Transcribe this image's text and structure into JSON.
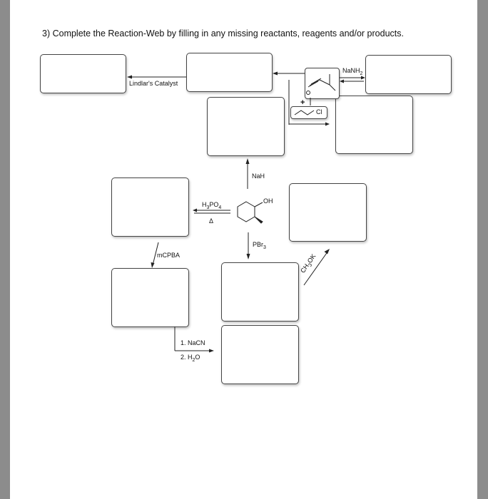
{
  "question": {
    "title": "3) Complete the Reaction-Web by filling in any missing reactants, reagents and/or products."
  },
  "reagents": {
    "lindlar": "Lindlar's Catalyst",
    "nanh2": "NaNH",
    "nanh2_sub": "2",
    "plus": "+",
    "cl": "Cl",
    "nah": "NaH",
    "oh": "OH",
    "h3po4_a": "H",
    "h3po4_sub1": "3",
    "h3po4_b": "PO",
    "h3po4_sub2": "4",
    "delta": "Δ",
    "pbr3_a": "PBr",
    "pbr3_sub": "3",
    "mcpba": "mCPBA",
    "ch3ok_a": "CH",
    "ch3ok_sub": "3",
    "ch3ok_b": "OK",
    "nacn": "1. NaCN",
    "h2o_a": "2. H",
    "h2o_sub": "2",
    "h2o_b": "O"
  }
}
